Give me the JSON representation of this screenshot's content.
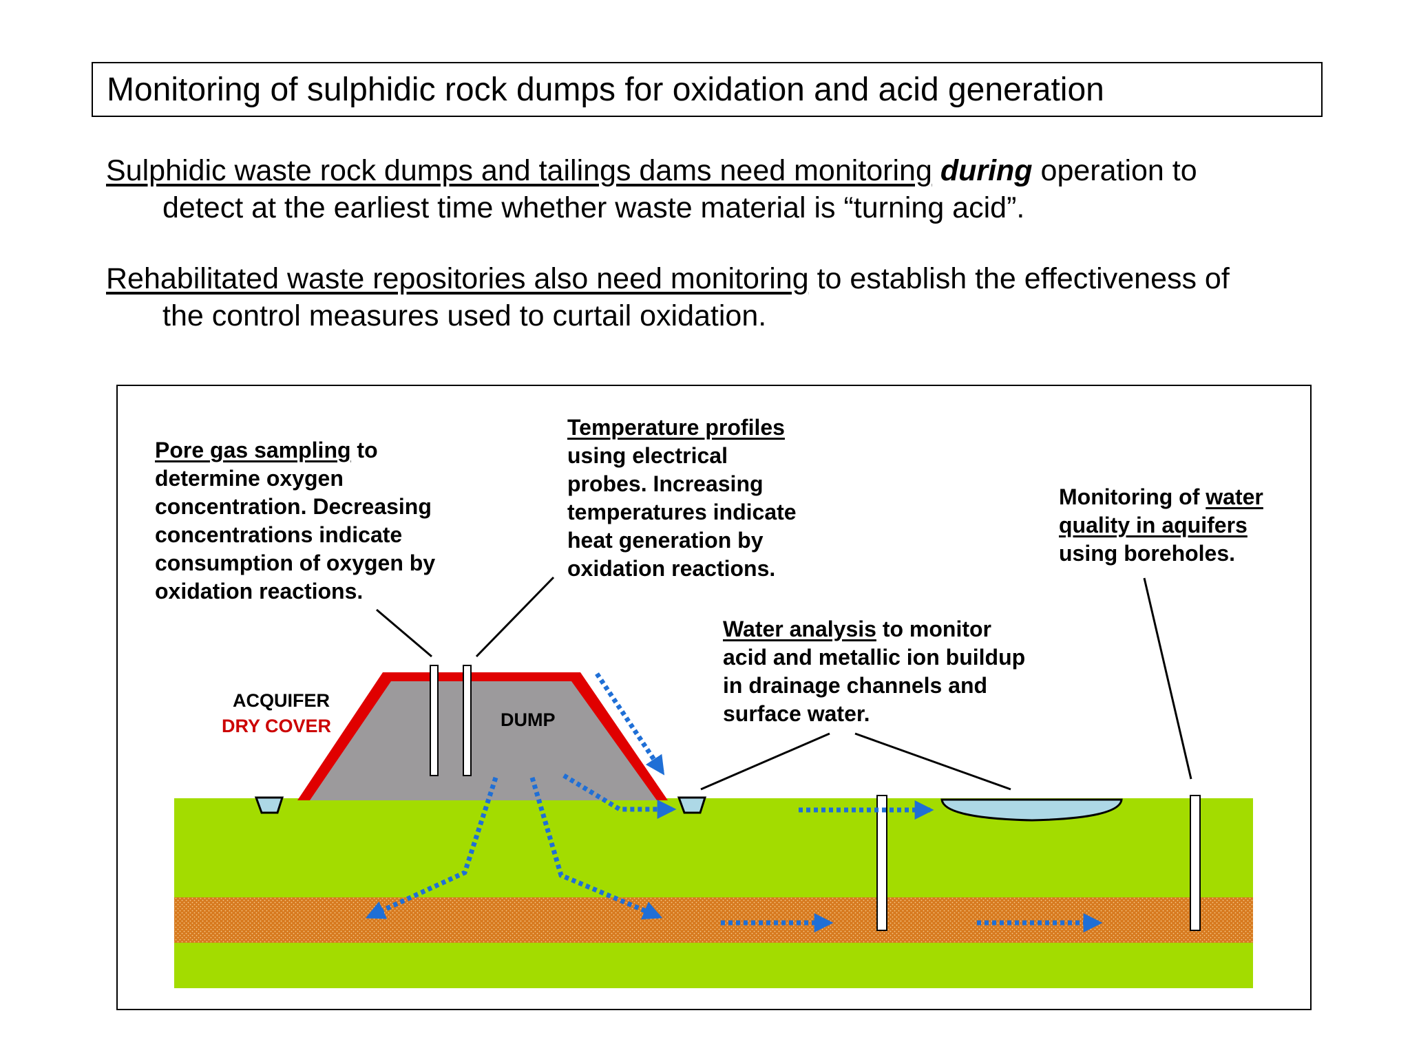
{
  "title": "Monitoring of sulphidic rock dumps for oxidation and acid generation",
  "paragraphs": {
    "p1": {
      "underlined": "Sulphidic waste rock dumps and tailings dams need monitoring",
      "emphasis": "during",
      "rest": " operation to",
      "line2": "detect at the earliest time whether waste material is “turning acid”."
    },
    "p2": {
      "underlined": "Rehabilitated waste repositories also need monitoring",
      "rest": " to establish the effectiveness of",
      "line2": "the control measures used to curtail oxidation."
    }
  },
  "diagram": {
    "pore_gas": {
      "underlined": "Pore gas sampling",
      "line1_rest": " to",
      "lines": [
        "determine oxygen",
        "concentration. Decreasing",
        "concentrations indicate",
        "consumption of oxygen by",
        "oxidation reactions."
      ]
    },
    "temperature": {
      "underlined": "Temperature profiles",
      "lines": [
        "using electrical",
        "probes.  Increasing",
        "temperatures indicate",
        "heat generation by",
        "oxidation reactions."
      ]
    },
    "aquifer_monitoring": {
      "line1_plain": "Monitoring of ",
      "line1_underlined": "water",
      "line2_underlined": "quality in aquifers",
      "line3": "using boreholes."
    },
    "water_analysis": {
      "underlined": "Water analysis",
      "line1_rest": " to monitor",
      "lines": [
        "acid and metallic ion buildup",
        "in drainage channels and",
        "surface water."
      ]
    },
    "dry_cover_label": "DRY COVER",
    "dump_label": "DUMP",
    "aquifer_label": "ACQUIFER",
    "colors": {
      "ground": "#a3dc00",
      "aquifer": "#d77a1f",
      "dump": "#9c9a9c",
      "cover": "#e00000",
      "water": "#add8e6",
      "flow_arrow": "#1f6fd6",
      "dry_cover_text": "#cc0000"
    }
  }
}
